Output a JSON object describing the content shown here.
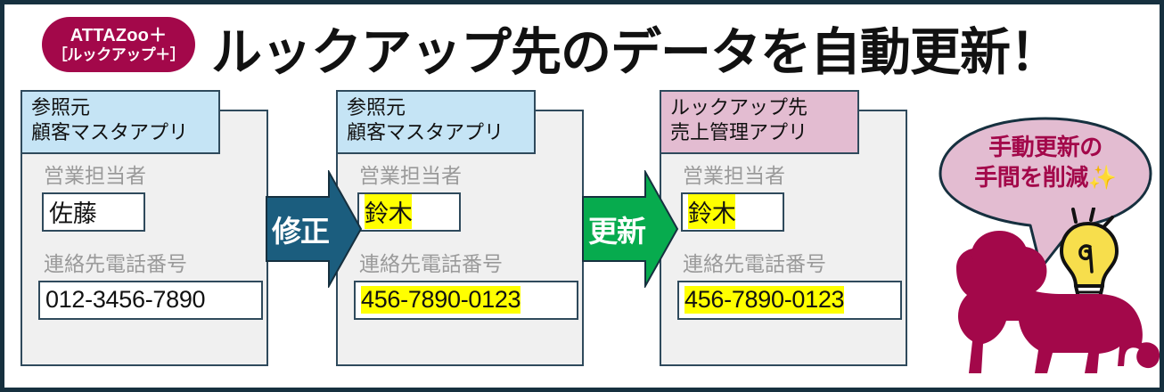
{
  "frame": {
    "border_color": "#16303f",
    "background": "#ffffff"
  },
  "badge": {
    "line1": "ATTAZoo＋",
    "line2": "［ルックアップ＋］",
    "bg_color": "#a3084a",
    "text_color": "#ffffff"
  },
  "title": {
    "text": "ルックアップ先のデータを自動更新！"
  },
  "cards": [
    {
      "id": "card-1",
      "header_line1": "参照元",
      "header_line2": "顧客マスタアプリ",
      "header_color": "#c5e4f5",
      "fields": [
        {
          "label": "営業担当者",
          "value": "佐藤",
          "highlighted": false
        },
        {
          "label": "連絡先電話番号",
          "value": "012-3456-7890",
          "highlighted": false
        }
      ]
    },
    {
      "id": "card-2",
      "header_line1": "参照元",
      "header_line2": "顧客マスタアプリ",
      "header_color": "#c5e4f5",
      "fields": [
        {
          "label": "営業担当者",
          "value": "鈴木",
          "highlighted": true
        },
        {
          "label": "連絡先電話番号",
          "value": "456-7890-0123",
          "highlighted": true
        }
      ]
    },
    {
      "id": "card-3",
      "header_line1": "ルックアップ先",
      "header_line2": "売上管理アプリ",
      "header_color": "#e3bcd1",
      "fields": [
        {
          "label": "営業担当者",
          "value": "鈴木",
          "highlighted": true
        },
        {
          "label": "連絡先電話番号",
          "value": "456-7890-0123",
          "highlighted": true
        }
      ]
    }
  ],
  "arrows": [
    {
      "id": "arrow-fix",
      "label": "修正",
      "color": "#1b5d7e"
    },
    {
      "id": "arrow-update",
      "label": "更新",
      "color": "#07ab4e"
    }
  ],
  "bubble": {
    "line1": "手動更新の",
    "line2": "手間を削減",
    "sparkle": "✨",
    "fill_color": "#e3bcd1",
    "text_color": "#a3084a"
  },
  "mascot": {
    "lion_color": "#a3084a",
    "bulb_color": "#f7de4c"
  },
  "highlight_color": "#ffff00"
}
